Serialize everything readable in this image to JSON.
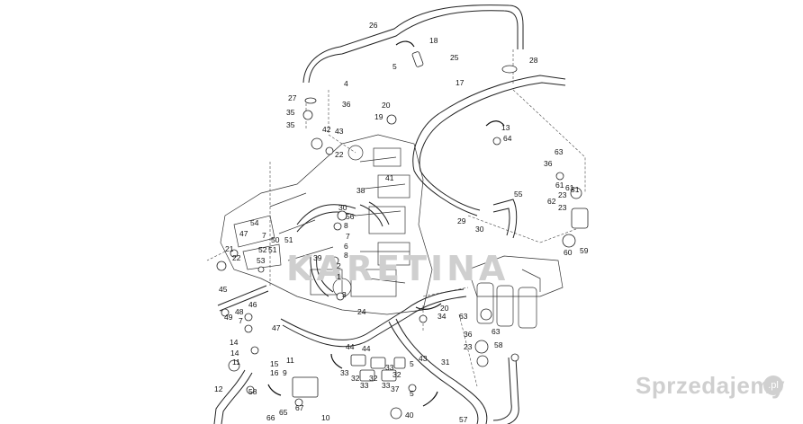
{
  "labels": [
    {
      "t": "26"
    },
    {
      "t": "18"
    },
    {
      "t": "5"
    },
    {
      "t": "25"
    },
    {
      "t": "17"
    },
    {
      "t": "28"
    },
    {
      "t": "4"
    },
    {
      "t": "27"
    },
    {
      "t": "36"
    },
    {
      "t": "20"
    },
    {
      "t": "19"
    },
    {
      "t": "13"
    },
    {
      "t": "35"
    },
    {
      "t": "35"
    },
    {
      "t": "42"
    },
    {
      "t": "43"
    },
    {
      "t": "22"
    },
    {
      "t": "64"
    },
    {
      "t": "41"
    },
    {
      "t": "38"
    },
    {
      "t": "63"
    },
    {
      "t": "36"
    },
    {
      "t": "61"
    },
    {
      "t": "61"
    },
    {
      "t": "51"
    },
    {
      "t": "23"
    },
    {
      "t": "62"
    },
    {
      "t": "23"
    },
    {
      "t": "55"
    },
    {
      "t": "29"
    },
    {
      "t": "30"
    },
    {
      "t": "30"
    },
    {
      "t": "56"
    },
    {
      "t": "8"
    },
    {
      "t": "54"
    },
    {
      "t": "47"
    },
    {
      "t": "7"
    },
    {
      "t": "50"
    },
    {
      "t": "51"
    },
    {
      "t": "7"
    },
    {
      "t": "6"
    },
    {
      "t": "8"
    },
    {
      "t": "21"
    },
    {
      "t": "22"
    },
    {
      "t": "52"
    },
    {
      "t": "51"
    },
    {
      "t": "53"
    },
    {
      "t": "39"
    },
    {
      "t": "2"
    },
    {
      "t": "1"
    },
    {
      "t": "3"
    },
    {
      "t": "59"
    },
    {
      "t": "60"
    },
    {
      "t": "45"
    },
    {
      "t": "24"
    },
    {
      "t": "46"
    },
    {
      "t": "48"
    },
    {
      "t": "49"
    },
    {
      "t": "7"
    },
    {
      "t": "47"
    },
    {
      "t": "20"
    },
    {
      "t": "34"
    },
    {
      "t": "63"
    },
    {
      "t": "63"
    },
    {
      "t": "36"
    },
    {
      "t": "23"
    },
    {
      "t": "58"
    },
    {
      "t": "14"
    },
    {
      "t": "14"
    },
    {
      "t": "11"
    },
    {
      "t": "15"
    },
    {
      "t": "16"
    },
    {
      "t": "44"
    },
    {
      "t": "44"
    },
    {
      "t": "11"
    },
    {
      "t": "9"
    },
    {
      "t": "33"
    },
    {
      "t": "32"
    },
    {
      "t": "33"
    },
    {
      "t": "32"
    },
    {
      "t": "33"
    },
    {
      "t": "32"
    },
    {
      "t": "5"
    },
    {
      "t": "31"
    },
    {
      "t": "12"
    },
    {
      "t": "58"
    },
    {
      "t": "37"
    },
    {
      "t": "5"
    },
    {
      "t": "67"
    },
    {
      "t": "65"
    },
    {
      "t": "66"
    },
    {
      "t": "10"
    },
    {
      "t": "40"
    },
    {
      "t": "57"
    },
    {
      "t": "43"
    },
    {
      "t": "33"
    }
  ],
  "watermark": "KARETINA",
  "brand": {
    "text": "Sprzedajemy",
    "badge": ".pl"
  }
}
